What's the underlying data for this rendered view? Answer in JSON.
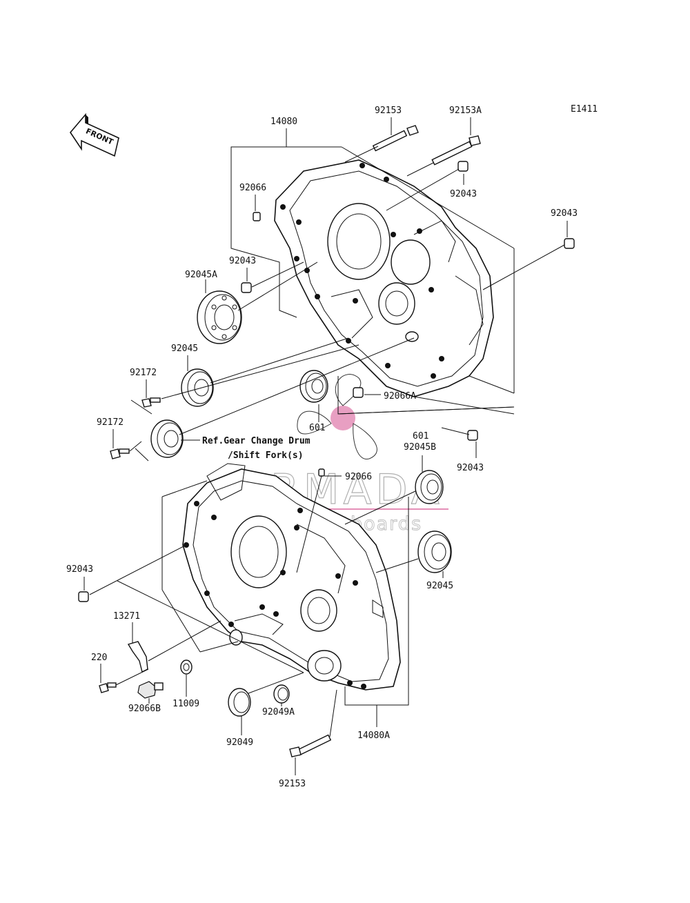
{
  "diagram_code": "E1411",
  "front_label": "FRONT",
  "reference_note": {
    "line1": "Ref.Gear Change Drum",
    "line2": "/Shift Fork(s)"
  },
  "watermark": {
    "brand": "ARMADA",
    "tagline": "marine outboards",
    "brand_color": "#e58fb8"
  },
  "parts": {
    "p14080": "14080",
    "p92153_top": "92153",
    "p92153A": "92153A",
    "p92066_top": "92066",
    "p92043_a": "92043",
    "p92043_b": "92043",
    "p92043_c": "92043",
    "p92045A": "92045A",
    "p92045_left": "92045",
    "p92172_a": "92172",
    "p92172_b": "92172",
    "p92066A": "92066A",
    "p601_a": "601",
    "p601_b": "601",
    "p92045B": "92045B",
    "p92043_d": "92043",
    "p92066_mid": "92066",
    "p92045_right": "92045",
    "p92043_e": "92043",
    "p13271": "13271",
    "p220": "220",
    "p11009": "11009",
    "p92066B": "92066B",
    "p92049": "92049",
    "p92049A": "92049A",
    "p14080A": "14080A",
    "p92153_bottom": "92153"
  }
}
